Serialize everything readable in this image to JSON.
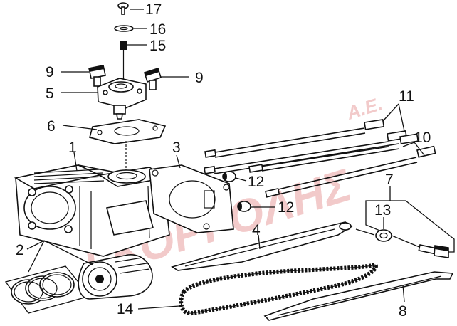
{
  "watermark": {
    "main": "ΓΚΟΡΓΟΛΗΣ",
    "suffix": "Α.Ε."
  },
  "callouts": {
    "c1": "1",
    "c2": "2",
    "c3": "3",
    "c4": "4",
    "c5": "5",
    "c6": "6",
    "c7": "7",
    "c8": "8",
    "c9a": "9",
    "c9b": "9",
    "c10": "10",
    "c11": "11",
    "c12a": "12",
    "c12b": "12",
    "c13": "13",
    "c14": "14",
    "c15": "15",
    "c16": "16",
    "c17": "17"
  }
}
